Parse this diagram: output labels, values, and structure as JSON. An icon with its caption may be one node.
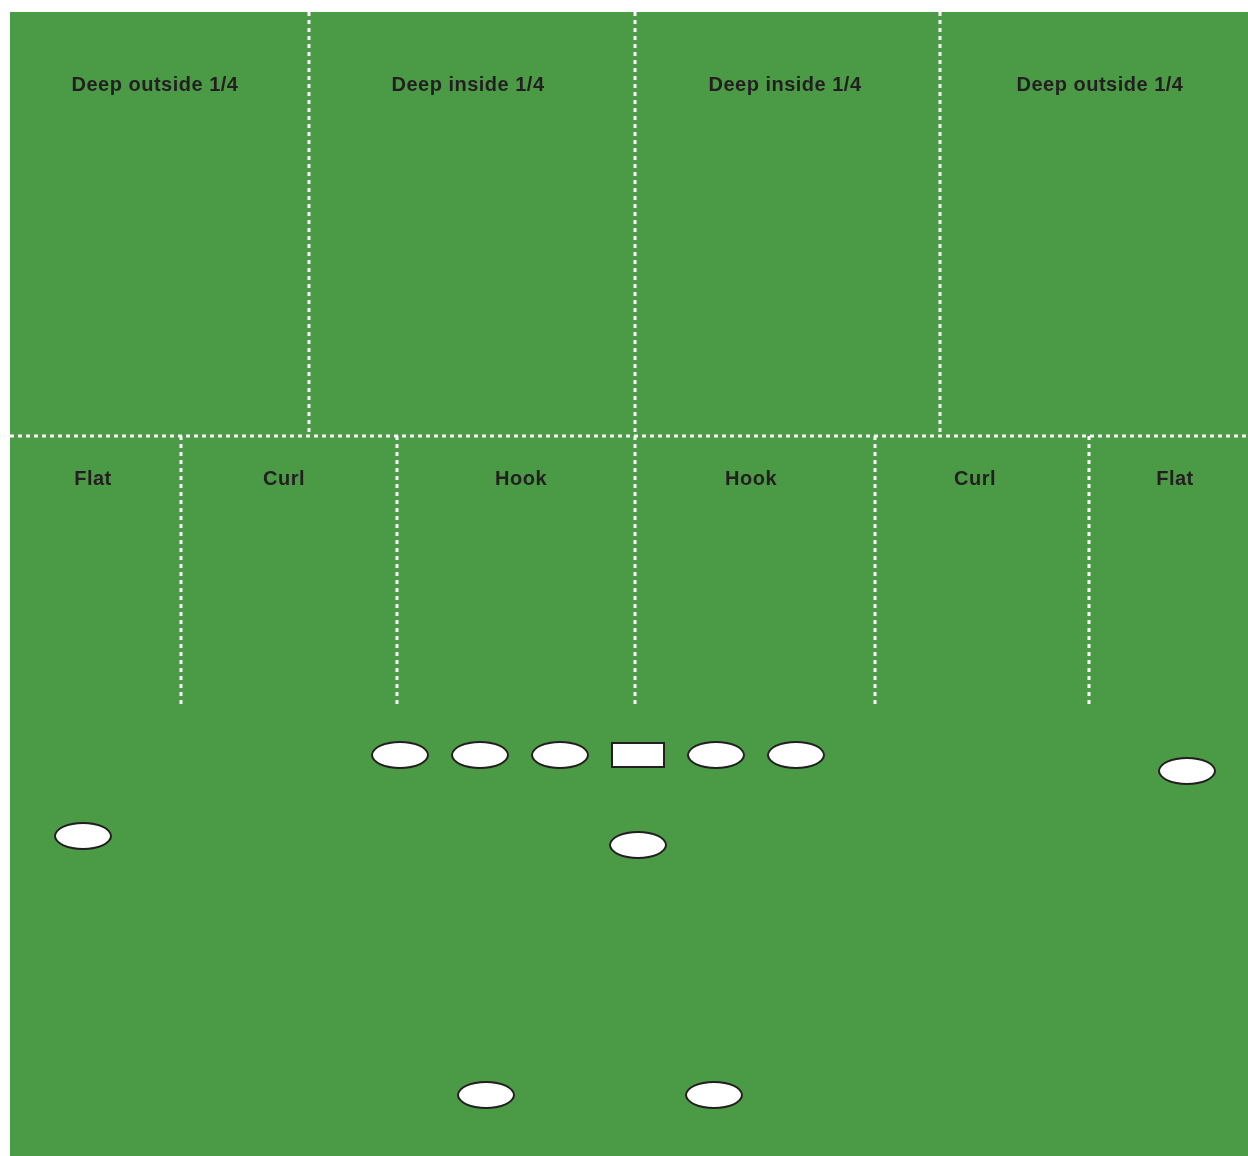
{
  "diagram": {
    "nodes": [
      {
        "text": [],
        "shape": "ellipse"
      },
      {
        "text": [],
        "shape": "ellipse"
      },
      {
        "text": [],
        "shape": "ellipse"
      },
      {
        "text": [],
        "shape": "box"
      },
      {
        "text": [],
        "shape": "ellipse"
      },
      {
        "text": [],
        "shape": "ellipse"
      },
      {
        "text": [],
        "shape": "ellipse"
      },
      {
        "text": [],
        "shape": "ellipse"
      },
      {
        "text": [],
        "shape": "ellipse"
      },
      {
        "text": [],
        "shape": "ellipse"
      },
      {
        "text": [],
        "shape": "ellipse"
      }
    ],
    "labels": [
      "Deep outside 1/4",
      "Deep inside 1/4",
      "Deep inside 1/4",
      "Deep outside 1/4",
      "Flat",
      "Curl",
      "Hook",
      "Hook",
      "Curl",
      "Flat"
    ]
  }
}
